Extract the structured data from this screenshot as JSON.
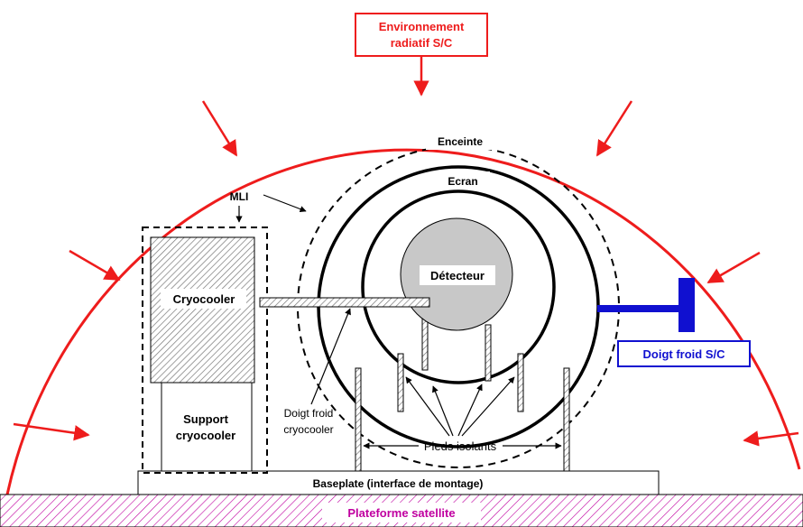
{
  "labels": {
    "env_line1": "Environnement",
    "env_line2": "radiatif S/C",
    "enceinte": "Enceinte",
    "ecran": "Ecran",
    "mli": "MLI",
    "detecteur": "Détecteur",
    "cryocooler": "Cryocooler",
    "support_line1": "Support",
    "support_line2": "cryocooler",
    "doigt_froid_line1": "Doigt froid",
    "doigt_froid_line2": "cryocooler",
    "pieds_isolants": "Pieds isolants",
    "doigt_froid_sc": "Doigt froid S/C",
    "baseplate": "Baseplate (interface de montage)",
    "plateforme": "Plateforme satellite"
  },
  "colors": {
    "radiative": "#ee1c1c",
    "cold_finger_sc": "#1010d0",
    "platform_text": "#c000a0",
    "platform_hatch": "#c000a0",
    "detector_fill": "#c8c8c8"
  }
}
